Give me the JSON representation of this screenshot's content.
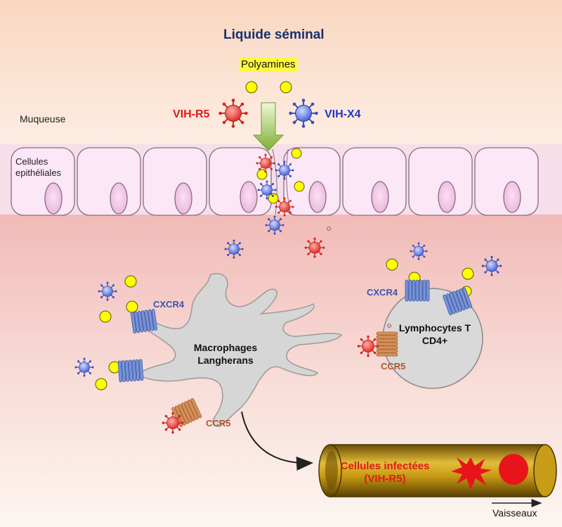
{
  "labels": {
    "title": "Liquide séminal",
    "polyamines": "Polyamines",
    "vih_r5": "VIH-R5",
    "vih_x4": "VIH-X4",
    "muqueuse": "Muqueuse",
    "cellules_epitheliales": "Cellules epithéliales",
    "cxcr4_macrophage": "CXCR4",
    "cxcr4_lymphocyte": "CXCR4",
    "ccr5_macrophage": "CCR5",
    "ccr5_lymphocyte": "CCR5",
    "macrophages": "Macrophages Langherans",
    "lymphocytes": "Lymphocytes T CD4+",
    "cellules_infectees": "Cellules infectées (VIH-R5)",
    "vaisseaux": "Vaisseaux"
  },
  "colors": {
    "title": "#17306e",
    "vih_r5": "#e01b1b",
    "vih_x4": "#2136c8",
    "polyamine": "#ffff00",
    "cxcr4_receptor": "#6a86c8",
    "ccr5_receptor": "#c98a55",
    "vessel": "#b8900a",
    "cell_body": "#d9d9d9",
    "epithelial_cell": "#fbe6f4"
  },
  "icons": {
    "flow_arrow": "green-down-arrow",
    "migration_arrow": "curved-black-arrow"
  }
}
